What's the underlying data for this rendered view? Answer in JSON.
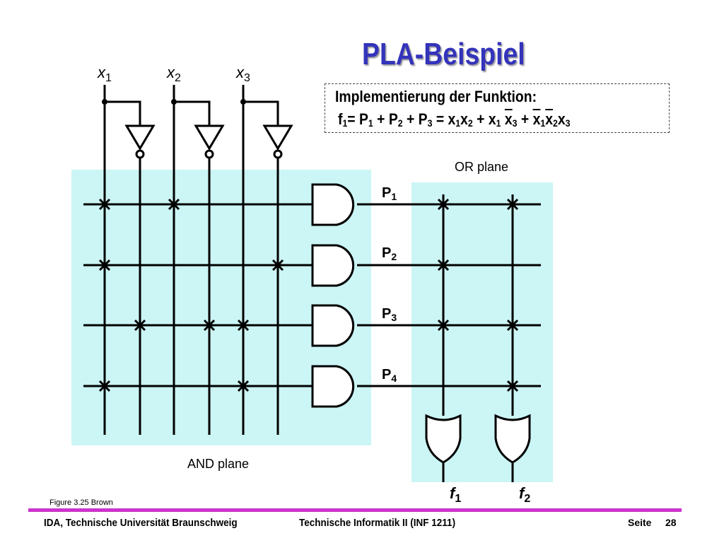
{
  "slide": {
    "title": "PLA-Beispiel",
    "function_box": {
      "heading": "Implementierung der Funktion:",
      "f": "f",
      "f_sub": "1",
      "eq_lhs": "= P",
      "p1_sub": "1",
      "plus_p": " + P",
      "p2_sub": "2",
      "plus_p3": " + P",
      "p3_sub": "3",
      "eq_x": " = x",
      "x1a": "1",
      "x": "x",
      "x2a": "2",
      "plus_x": " + x",
      "x1b": "1",
      "sp": " ",
      "x3bar": "x",
      "x3b": "3",
      "plus": " + ",
      "x1bar": "x",
      "x1c": "1",
      "x2bar": "x",
      "x2c": "2",
      "xlast": "x",
      "x3c": "3"
    },
    "inputs": [
      {
        "name": "x",
        "sub": "1"
      },
      {
        "name": "x",
        "sub": "2"
      },
      {
        "name": "x",
        "sub": "3"
      }
    ],
    "and_plane_label": "AND plane",
    "or_plane_label": "OR plane",
    "products": [
      {
        "name": "P",
        "sub": "1"
      },
      {
        "name": "P",
        "sub": "2"
      },
      {
        "name": "P",
        "sub": "3"
      },
      {
        "name": "P",
        "sub": "4"
      }
    ],
    "outputs": [
      {
        "name": "f",
        "sub": "1"
      },
      {
        "name": "f",
        "sub": "2"
      }
    ],
    "caption": "Figure 3.25 Brown"
  },
  "footer": {
    "left": "IDA, Technische Universität Braunschweig",
    "center": "Technische Informatik II (INF 1211)",
    "seite": "Seite",
    "page": "28"
  },
  "colors": {
    "title": "#3333bb",
    "plane_fill": "#ccf5f5",
    "footer_line": "#cc33cc"
  }
}
